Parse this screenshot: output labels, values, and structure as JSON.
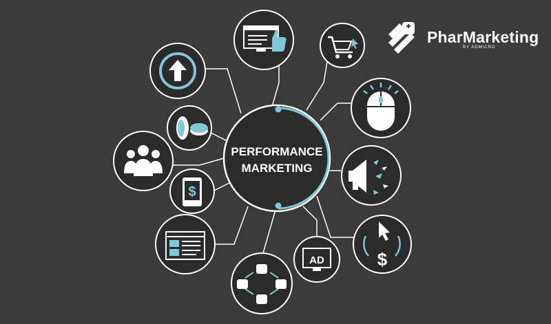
{
  "center": {
    "line1": "PERFORMANCE",
    "line2": "MARKETING"
  },
  "brand": {
    "name": "PharMarketing",
    "tagline": "BY ADMICRO"
  },
  "nodes": {
    "ad_label": "AD"
  },
  "colors": {
    "background": "#3b3b3b",
    "line": "#ffffff",
    "accent": "#7fc8d6",
    "dark": "#2b2b2b"
  },
  "icons": [
    "upload-arrow-icon",
    "website-thumbs-up-icon",
    "shopping-cart-icon",
    "computer-mouse-icon",
    "megaphone-icon",
    "click-dollar-icon",
    "ad-monitor-icon",
    "thumbs-up-network-icon",
    "web-layout-icon",
    "mobile-dollar-icon",
    "audience-icon",
    "coins-icon"
  ]
}
